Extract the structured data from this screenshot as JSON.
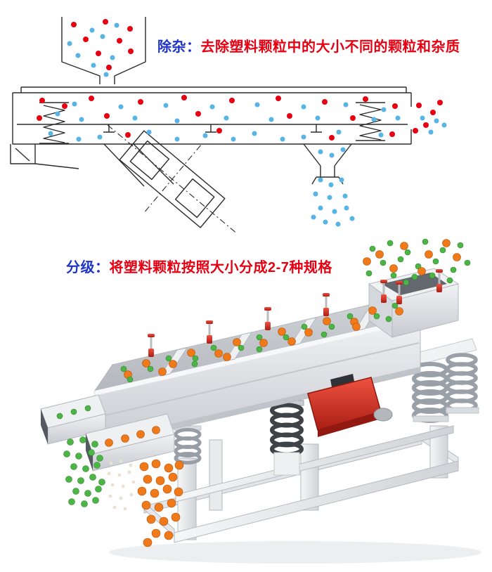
{
  "labels": {
    "impurity": {
      "prefix": "除杂：",
      "text": "去除塑料颗粒中的大小不同的颗粒和杂质"
    },
    "grading": {
      "prefix": "分级：",
      "text": "将塑料颗粒按照大小分成2-7种规格"
    }
  },
  "colors": {
    "label_prefix": "#1f35c5",
    "label_text": "#e60012",
    "particle_red": "#e60012",
    "particle_blue": "#56b4e6",
    "particle_orange": "#f0791a",
    "particle_green": "#4cb645",
    "particle_beige": "#e9e1d3",
    "diagram_line": "#2b2b2b",
    "machine_red": "#d8281c"
  }
}
